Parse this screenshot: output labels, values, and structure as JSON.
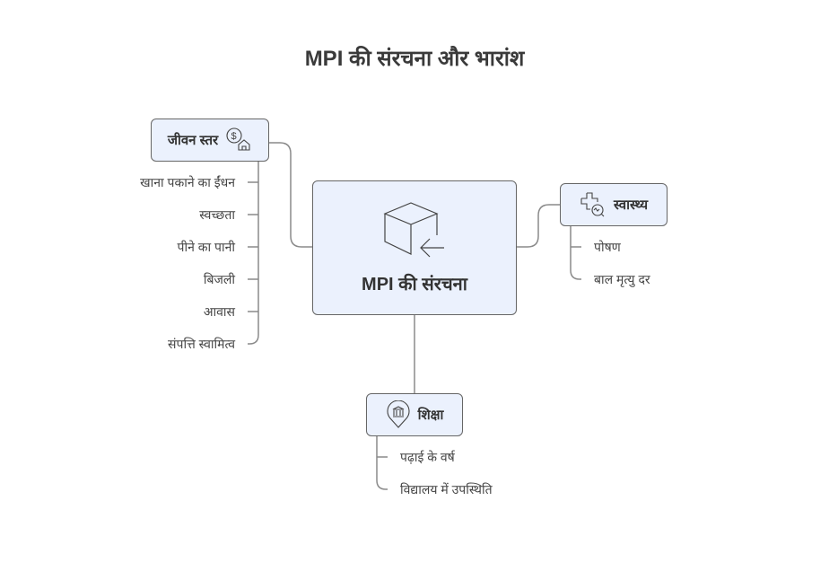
{
  "title": "MPI की संरचना और भारांश",
  "center": {
    "label": "MPI की संरचना",
    "icon": "cube-arrow-icon"
  },
  "living_standard": {
    "label": "जीवन स्तर",
    "icon": "money-house-icon",
    "items": [
      "खाना पकाने का ईंधन",
      "स्वच्छता",
      "पीने का पानी",
      "बिजली",
      "आवास",
      "संपत्ति स्वामित्व"
    ]
  },
  "health": {
    "label": "स्वास्थ्य",
    "icon": "medical-cross-monitor-icon",
    "items": [
      "पोषण",
      "बाल मृत्यु दर"
    ]
  },
  "education": {
    "label": "शिक्षा",
    "icon": "institution-pin-icon",
    "items": [
      "पढ़ाई के वर्ष",
      "विद्यालय में उपस्थिति"
    ]
  },
  "colors": {
    "box_fill": "#ebf1fd",
    "border": "#666666",
    "line": "#888888"
  }
}
